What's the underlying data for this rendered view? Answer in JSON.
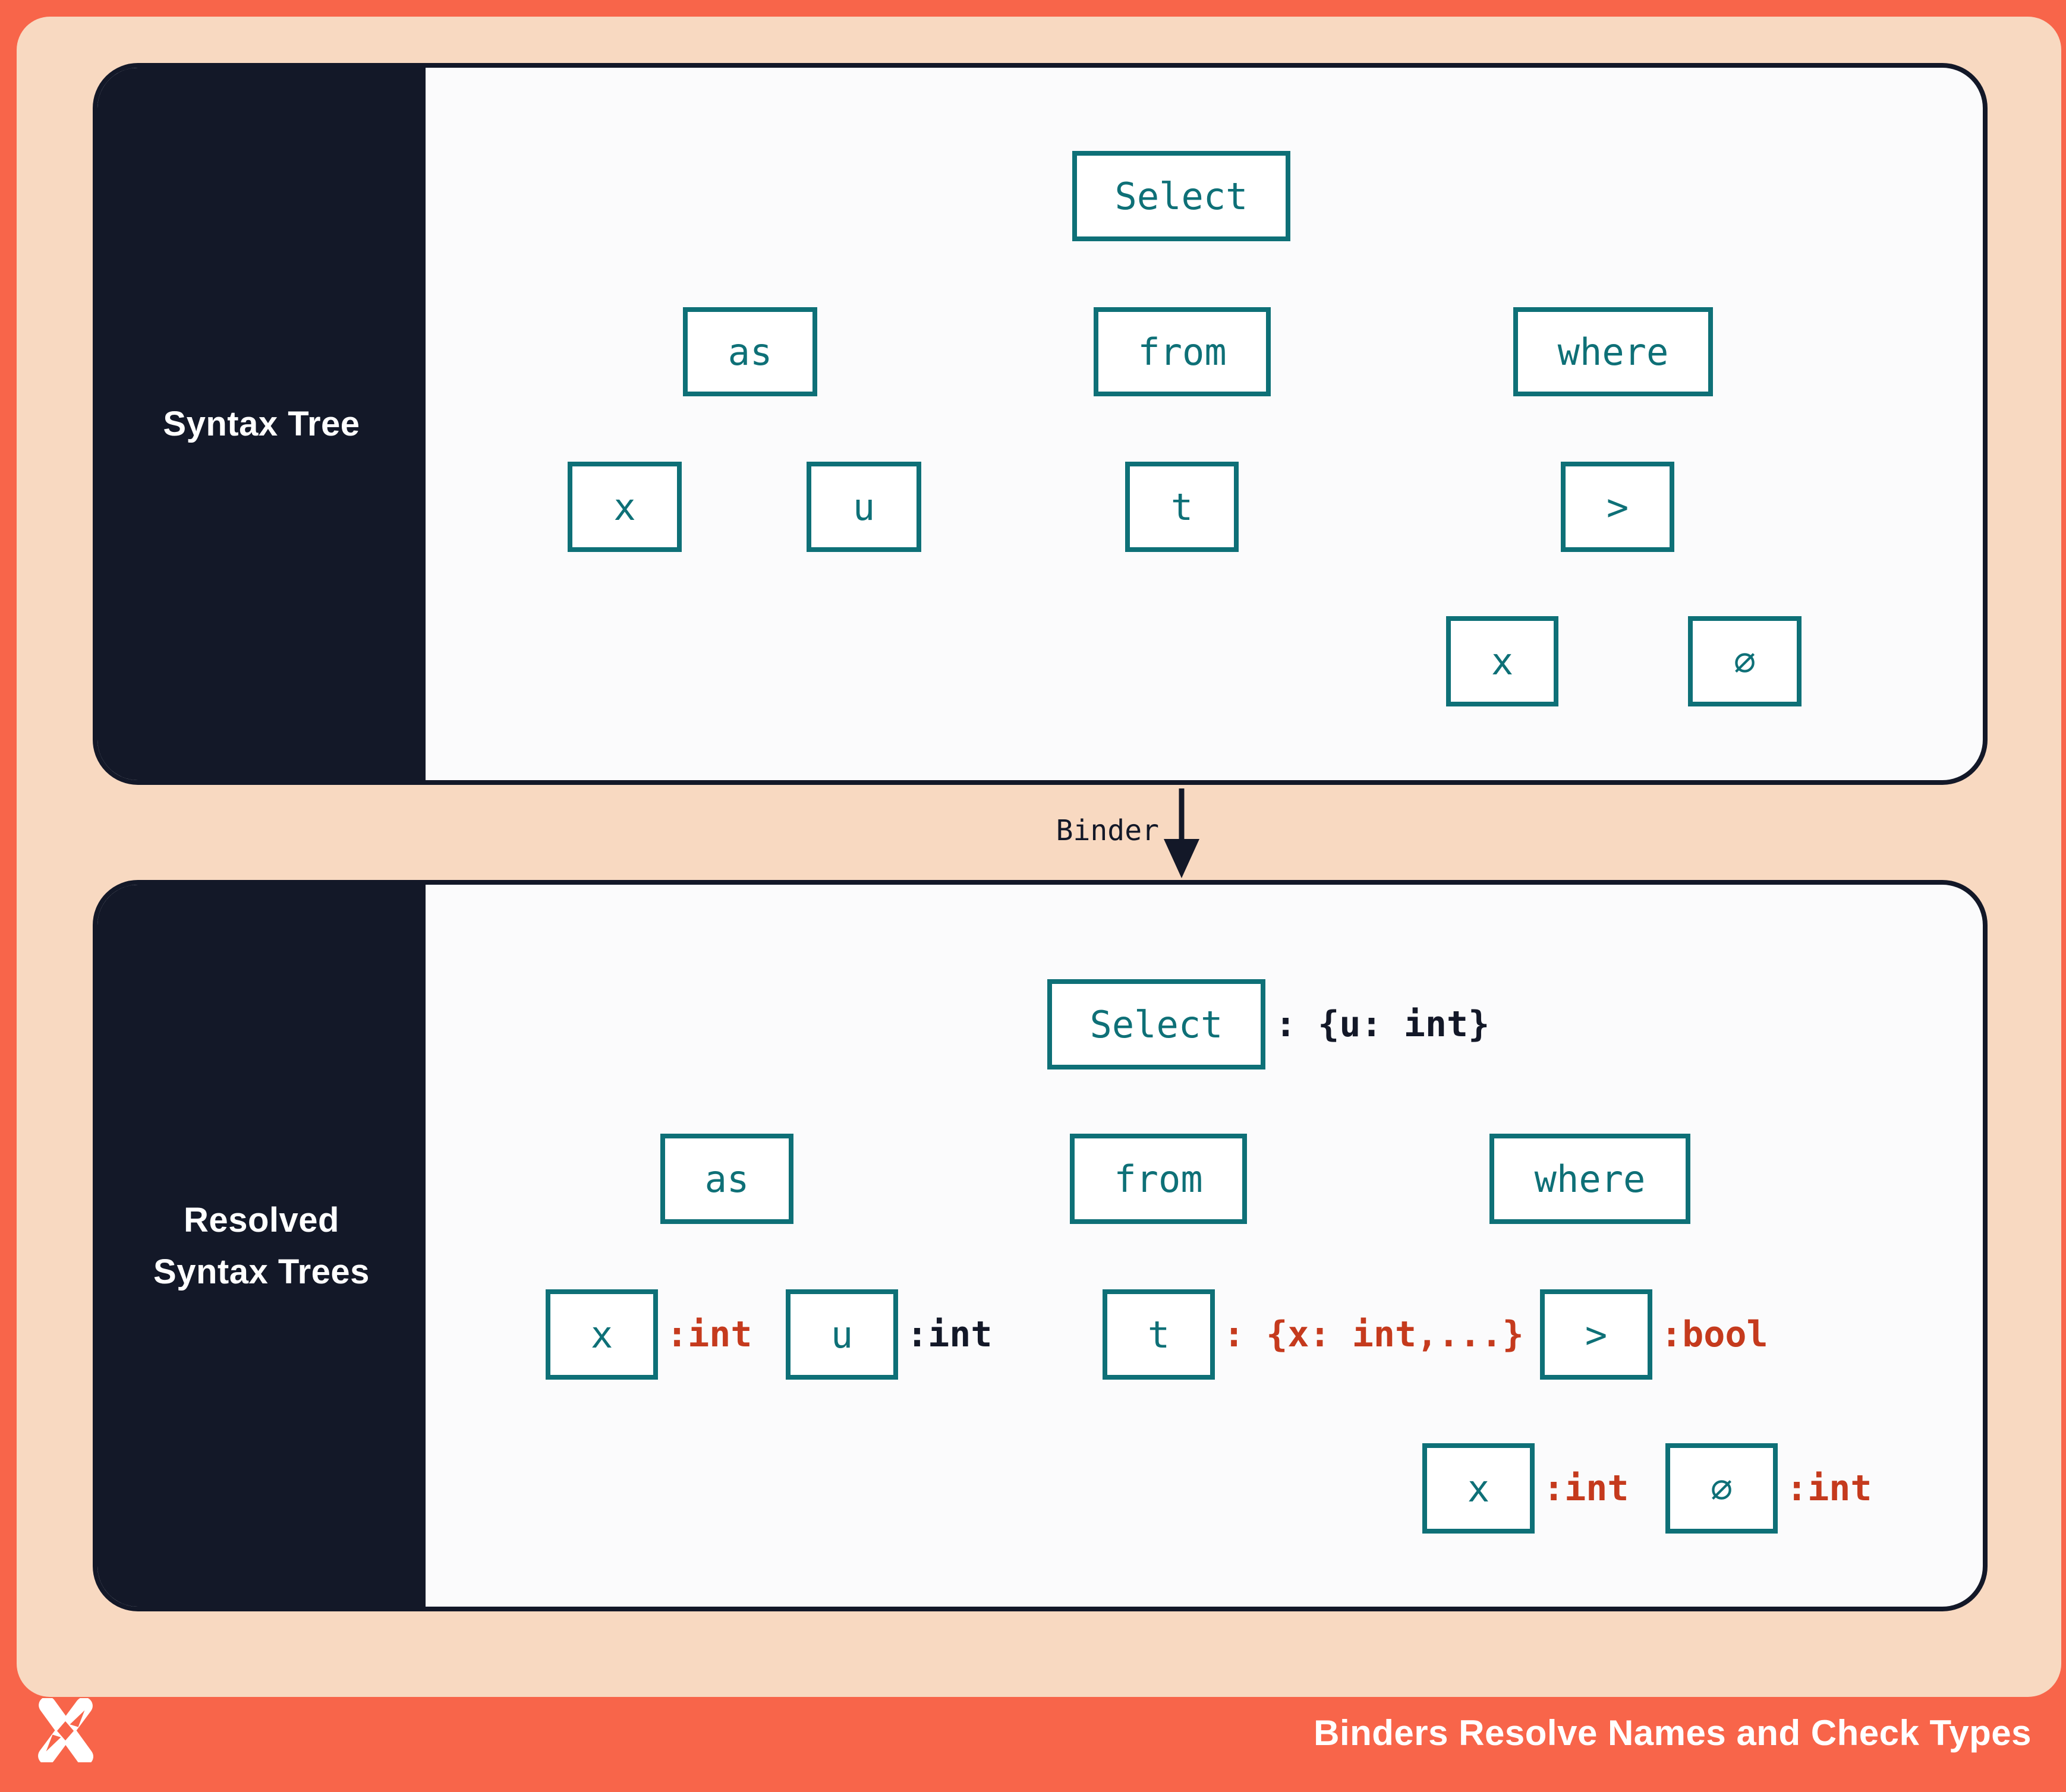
{
  "colors": {
    "coral": "#f8654a",
    "peach": "#f8d9c1",
    "navy": "#131828",
    "panel": "#fbfbfc",
    "teal": "#0e7077",
    "red": "#c53a1d",
    "white": "#ffffff"
  },
  "top_panel": {
    "title": "Syntax Tree",
    "nodes": {
      "select": "Select",
      "as": "as",
      "from": "from",
      "where": "where",
      "x1": "x",
      "u": "u",
      "t": "t",
      "gt": ">",
      "x2": "x",
      "zero": "∅"
    }
  },
  "binder": {
    "label": "Binder"
  },
  "bottom_panel": {
    "title_line1": "Resolved",
    "title_line2": "Syntax Trees",
    "nodes": {
      "select": "Select",
      "as": "as",
      "from": "from",
      "where": "where",
      "x1": "x",
      "u": "u",
      "t": "t",
      "gt": ">",
      "x2": "x",
      "zero": "∅"
    },
    "annotations": {
      "select": ": {u: int}",
      "x1": ":int",
      "u": ":int",
      "t": ": {x: int,...}",
      "gt": ":bool",
      "x2": ":int",
      "zero": ":int"
    }
  },
  "footer": {
    "title": "Binders Resolve Names and Check Types"
  }
}
